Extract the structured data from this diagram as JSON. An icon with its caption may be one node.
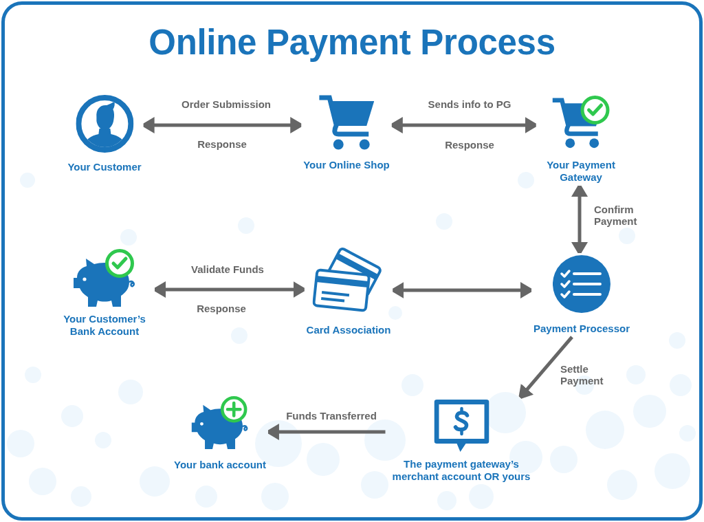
{
  "diagram": {
    "title": "Online Payment Process",
    "nodes": [
      {
        "text": [
          "Your Customer"
        ]
      },
      {
        "text": [
          "Your Online Shop"
        ]
      },
      {
        "text": [
          "Your Payment Gateway"
        ]
      },
      {
        "text": [
          "Your Customer’s Bank Account"
        ]
      },
      {
        "text": [
          "Card Association"
        ]
      },
      {
        "text": [
          "Payment Processor"
        ]
      },
      {
        "text": [
          "Your bank account"
        ]
      },
      {
        "text": [
          "The payment gateway’s merchant account OR yours"
        ]
      }
    ],
    "edges": [
      {
        "from": 0,
        "to": 1,
        "arrow": "both",
        "label": "Order Submission"
      },
      {
        "from": 1,
        "to": 2,
        "arrow": "both",
        "label": "Sends info to PG"
      },
      {
        "from": 2,
        "to": 5,
        "arrow": "both",
        "label": "Confirm Payment"
      },
      {
        "from": 3,
        "to": 4,
        "arrow": "both",
        "label": "Validate Funds"
      },
      {
        "from": 4,
        "to": 5,
        "arrow": "both"
      },
      {
        "from": 5,
        "to": 7,
        "arrow": "to",
        "label": "Settle Payment"
      },
      {
        "from": 7,
        "to": 6,
        "arrow": "to",
        "label": "Funds Transferred"
      }
    ],
    "labels": [
      "Response",
      "Response",
      "Response"
    ]
  }
}
